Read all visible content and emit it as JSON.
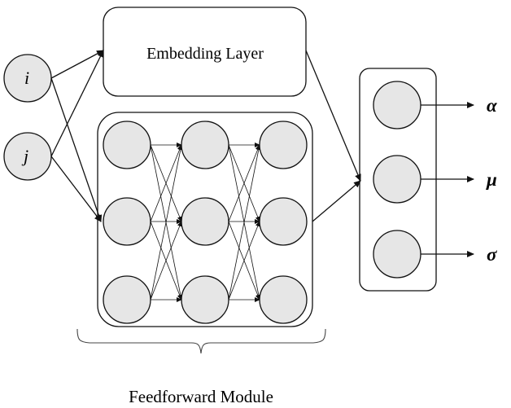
{
  "inputs": [
    {
      "label": "i"
    },
    {
      "label": "j"
    }
  ],
  "embedding": {
    "label": "Embedding Layer"
  },
  "feedforward": {
    "label": "Feedforward Module",
    "columns": 3,
    "rows": 3
  },
  "outputs": [
    {
      "label": "α"
    },
    {
      "label": "μ"
    },
    {
      "label": "σ"
    }
  ],
  "colors": {
    "node_fill": "#e6e6e6",
    "stroke": "#111111",
    "background": "#ffffff"
  }
}
